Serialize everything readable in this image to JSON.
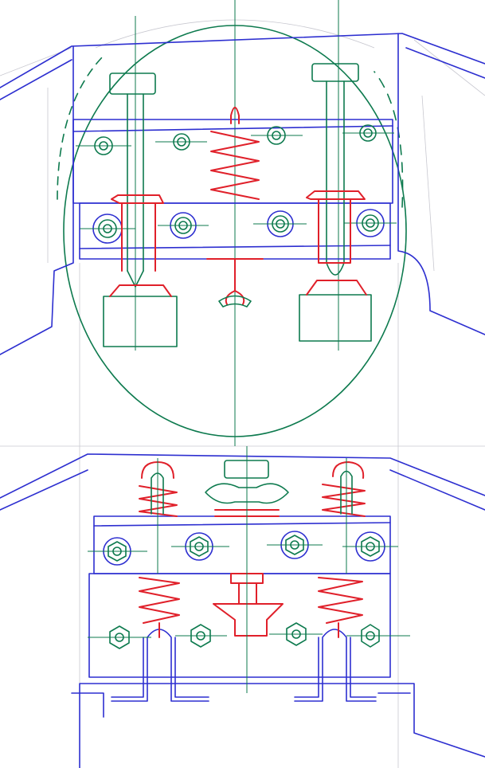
{
  "colors": {
    "background": "#ffffff",
    "housing_outline": "#2d2fd0",
    "axes_and_fasteners": "#0d7a4e",
    "springs_and_seats": "#e0202a",
    "pencil_construction": "#c8c8d0"
  },
  "screws_top_row1_count": 4,
  "screws_top_row2_count": 4,
  "screws_bottom_row1_count": 4,
  "screws_bottom_row2_count": 4
}
